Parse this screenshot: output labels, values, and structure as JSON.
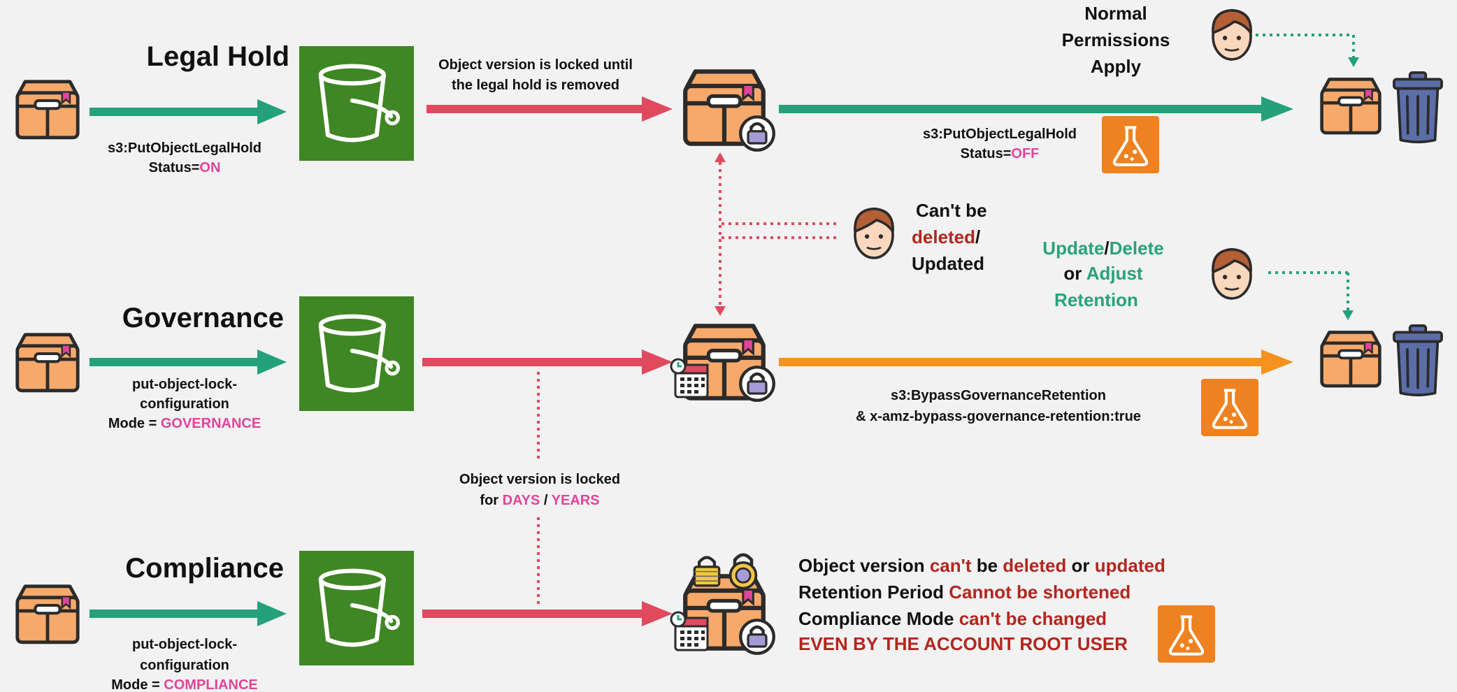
{
  "colors": {
    "green_arrow": "#24a17a",
    "red_arrow": "#df4a5f",
    "orange_arrow": "#f7921e",
    "s3_bucket": "#3f8624",
    "box": "#f6a96b",
    "trash": "#5b6ea8",
    "highlight_pink": "#e0459a",
    "highlight_red": "#b3261e",
    "highlight_green": "#2aa27a"
  },
  "icons": [
    "box-icon",
    "s3-bucket-icon",
    "padlock-icon",
    "calendar-icon",
    "person-icon",
    "trash-icon",
    "flask-icon"
  ],
  "legal_hold": {
    "title": "Legal Hold",
    "api_call": "s3:PutObjectLegalHold",
    "status_prefix": "Status=",
    "status_value": "ON",
    "lock_note_1": "Object version is locked until",
    "lock_note_2": "the legal hold is removed",
    "remove_call": "s3:PutObjectLegalHold",
    "remove_status_prefix": "Status=",
    "remove_status_value": "OFF",
    "permissions_1": "Normal",
    "permissions_2": "Permissions",
    "permissions_3": "Apply"
  },
  "middle_note": {
    "line1": "Can't be",
    "deleted": "deleted",
    "slash": "/",
    "updated": "Updated"
  },
  "governance": {
    "title": "Governance",
    "config_1": "put-object-lock-",
    "config_2": "configuration",
    "mode_prefix": "Mode = ",
    "mode_value": "GOVERNANCE",
    "bypass_1": "s3:BypassGovernanceRetention",
    "bypass_2": "& x-amz-bypass-governance-retention:true",
    "user_update": "Update",
    "user_slash": "/",
    "user_delete": "Delete",
    "user_or": "or ",
    "user_adjust": "Adjust",
    "user_retention": "Retention"
  },
  "retention_note": {
    "line1": "Object version is locked",
    "for": "for ",
    "days": "DAYS",
    "sep": " / ",
    "years": "YEARS"
  },
  "compliance": {
    "title": "Compliance",
    "config_1": "put-object-lock-",
    "config_2": "configuration",
    "mode_prefix": "Mode = ",
    "mode_value": "COMPLIANCE",
    "rule1_a": "Object version ",
    "rule1_b": "can't",
    "rule1_c": " be ",
    "rule1_d": "deleted",
    "rule1_e": " or ",
    "rule1_f": "updated",
    "rule2_a": "Retention Period ",
    "rule2_b": "Cannot be shortened",
    "rule3_a": "Compliance Mode ",
    "rule3_b": "can't be changed",
    "rule4": "EVEN BY THE ACCOUNT ROOT USER"
  }
}
